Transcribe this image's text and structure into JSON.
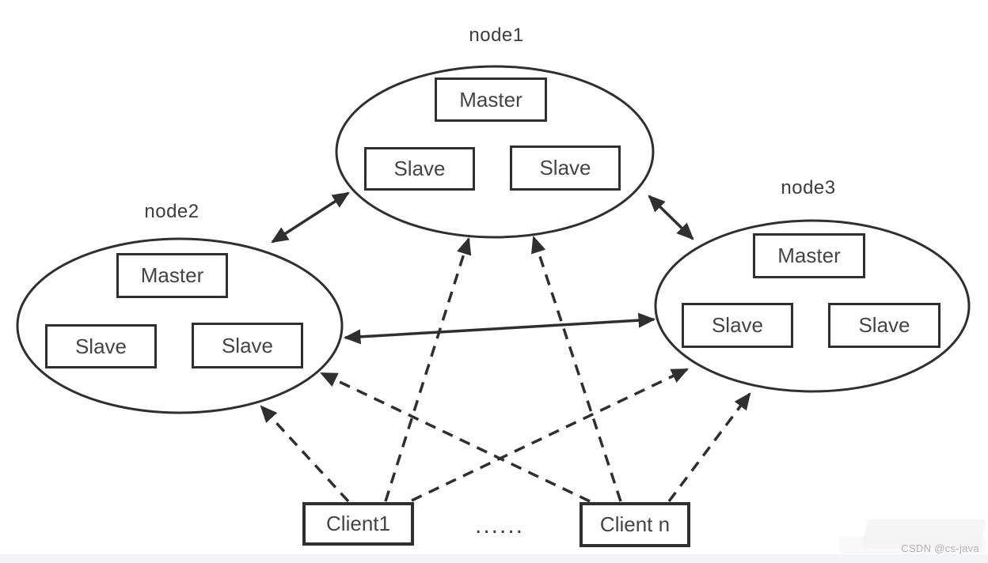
{
  "diagram": {
    "nodes": [
      {
        "label": "node1",
        "boxes": [
          "Master",
          "Slave",
          "Slave"
        ]
      },
      {
        "label": "node2",
        "boxes": [
          "Master",
          "Slave",
          "Slave"
        ]
      },
      {
        "label": "node3",
        "boxes": [
          "Master",
          "Slave",
          "Slave"
        ]
      }
    ],
    "clients": [
      {
        "label": "Client1"
      },
      {
        "label": "Client n"
      }
    ],
    "ellipsis": "......",
    "edges": {
      "node_to_node": [
        {
          "from": "node2",
          "to": "node1",
          "style": "solid",
          "bidirectional": true
        },
        {
          "from": "node1",
          "to": "node3",
          "style": "solid",
          "bidirectional": true
        },
        {
          "from": "node2",
          "to": "node3",
          "style": "solid",
          "bidirectional": true
        }
      ],
      "client_to_node": [
        {
          "from": "Client1",
          "to": "node2",
          "style": "dashed"
        },
        {
          "from": "Client1",
          "to": "node1",
          "style": "dashed"
        },
        {
          "from": "Client1",
          "to": "node3",
          "style": "dashed"
        },
        {
          "from": "Client n",
          "to": "node2",
          "style": "dashed"
        },
        {
          "from": "Client n",
          "to": "node1",
          "style": "dashed"
        },
        {
          "from": "Client n",
          "to": "node3",
          "style": "dashed"
        }
      ]
    },
    "colors": {
      "stroke": "#2f2f2f",
      "text": "#3d3d3d",
      "watermark_text": "#b3b3b3",
      "footer_bar": "#f3f4f5"
    }
  },
  "watermark": {
    "text": "CSDN @cs-java"
  }
}
